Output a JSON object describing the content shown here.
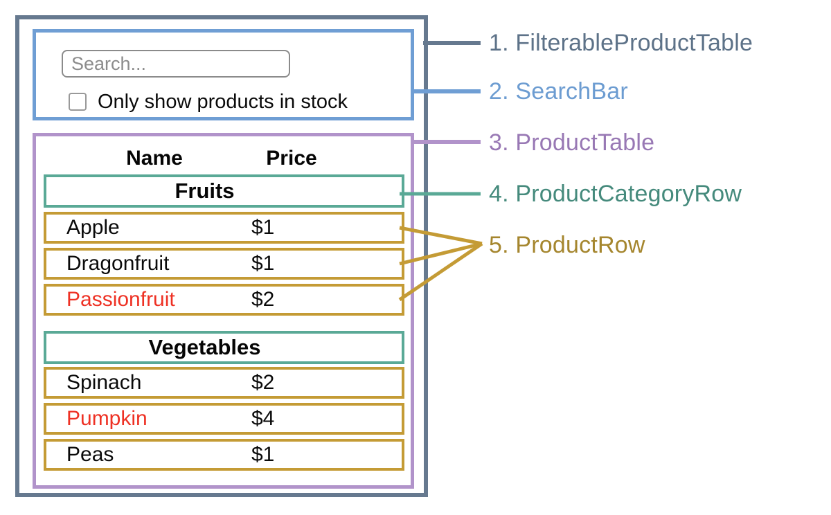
{
  "colors": {
    "container_border": "#66798f",
    "search_bar_border": "#6f9ed4",
    "product_table_border": "#b193ca",
    "category_row_border": "#5aa996",
    "product_row_border": "#c49b35",
    "out_of_stock_text": "#ee3124"
  },
  "search_bar": {
    "placeholder": "Search...",
    "checkbox_label": "Only show products in stock",
    "checkbox_checked": false
  },
  "product_table": {
    "headers": {
      "name": "Name",
      "price": "Price"
    },
    "sections": [
      {
        "category": "Fruits",
        "rows": [
          {
            "name": "Apple",
            "price": "$1",
            "in_stock": true
          },
          {
            "name": "Dragonfruit",
            "price": "$1",
            "in_stock": true
          },
          {
            "name": "Passionfruit",
            "price": "$2",
            "in_stock": false,
            "name_color": "#ee3124"
          }
        ]
      },
      {
        "category": "Vegetables",
        "rows": [
          {
            "name": "Spinach",
            "price": "$2",
            "in_stock": true
          },
          {
            "name": "Pumpkin",
            "price": "$4",
            "in_stock": false,
            "name_color": "#ee3124"
          },
          {
            "name": "Peas",
            "price": "$1",
            "in_stock": true
          }
        ]
      }
    ]
  },
  "legend": {
    "items": [
      {
        "label": "1. FilterableProductTable",
        "color": "#5d7288"
      },
      {
        "label": "2. SearchBar",
        "color": "#6c9cd1"
      },
      {
        "label": "3. ProductTable",
        "color": "#9878b4"
      },
      {
        "label": "4. ProductCategoryRow",
        "color": "#458a7c"
      },
      {
        "label": "5. ProductRow",
        "color": "#a5862e"
      }
    ]
  }
}
